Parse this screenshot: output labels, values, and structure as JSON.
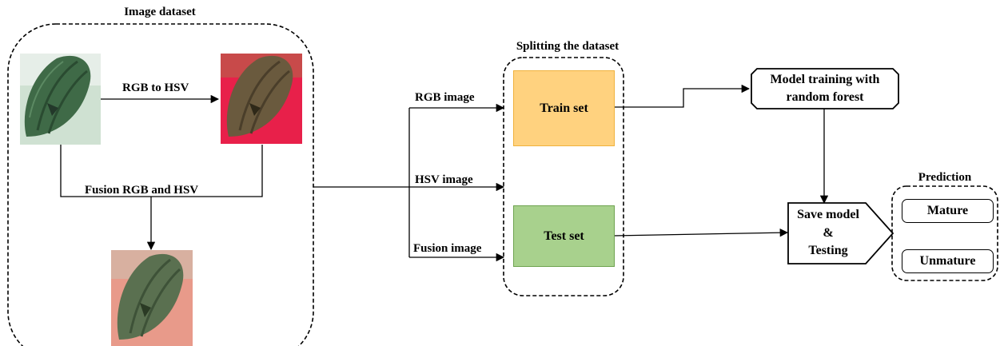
{
  "dataset": {
    "title": "Image dataset",
    "rgb_to_hsv": "RGB to HSV",
    "fusion_label": "Fusion RGB and  HSV"
  },
  "split": {
    "title": "Splitting the dataset",
    "inputs": [
      "RGB image",
      "HSV image",
      "Fusion image"
    ],
    "train": "Train set",
    "test": "Test set"
  },
  "training": {
    "line1": "Model training with",
    "line2": "random forest"
  },
  "save": {
    "line1": "Save model",
    "line2": "&",
    "line3": "Testing"
  },
  "prediction": {
    "title": "Prediction",
    "classes": [
      "Mature",
      "Unmature"
    ]
  },
  "colors": {
    "train_fill": "#ffd27f",
    "test_fill": "#a8d18d",
    "pod_rgb": "#3f6a47",
    "hsv_background": "#e8204a",
    "fusion_background": "#e89a8a"
  }
}
